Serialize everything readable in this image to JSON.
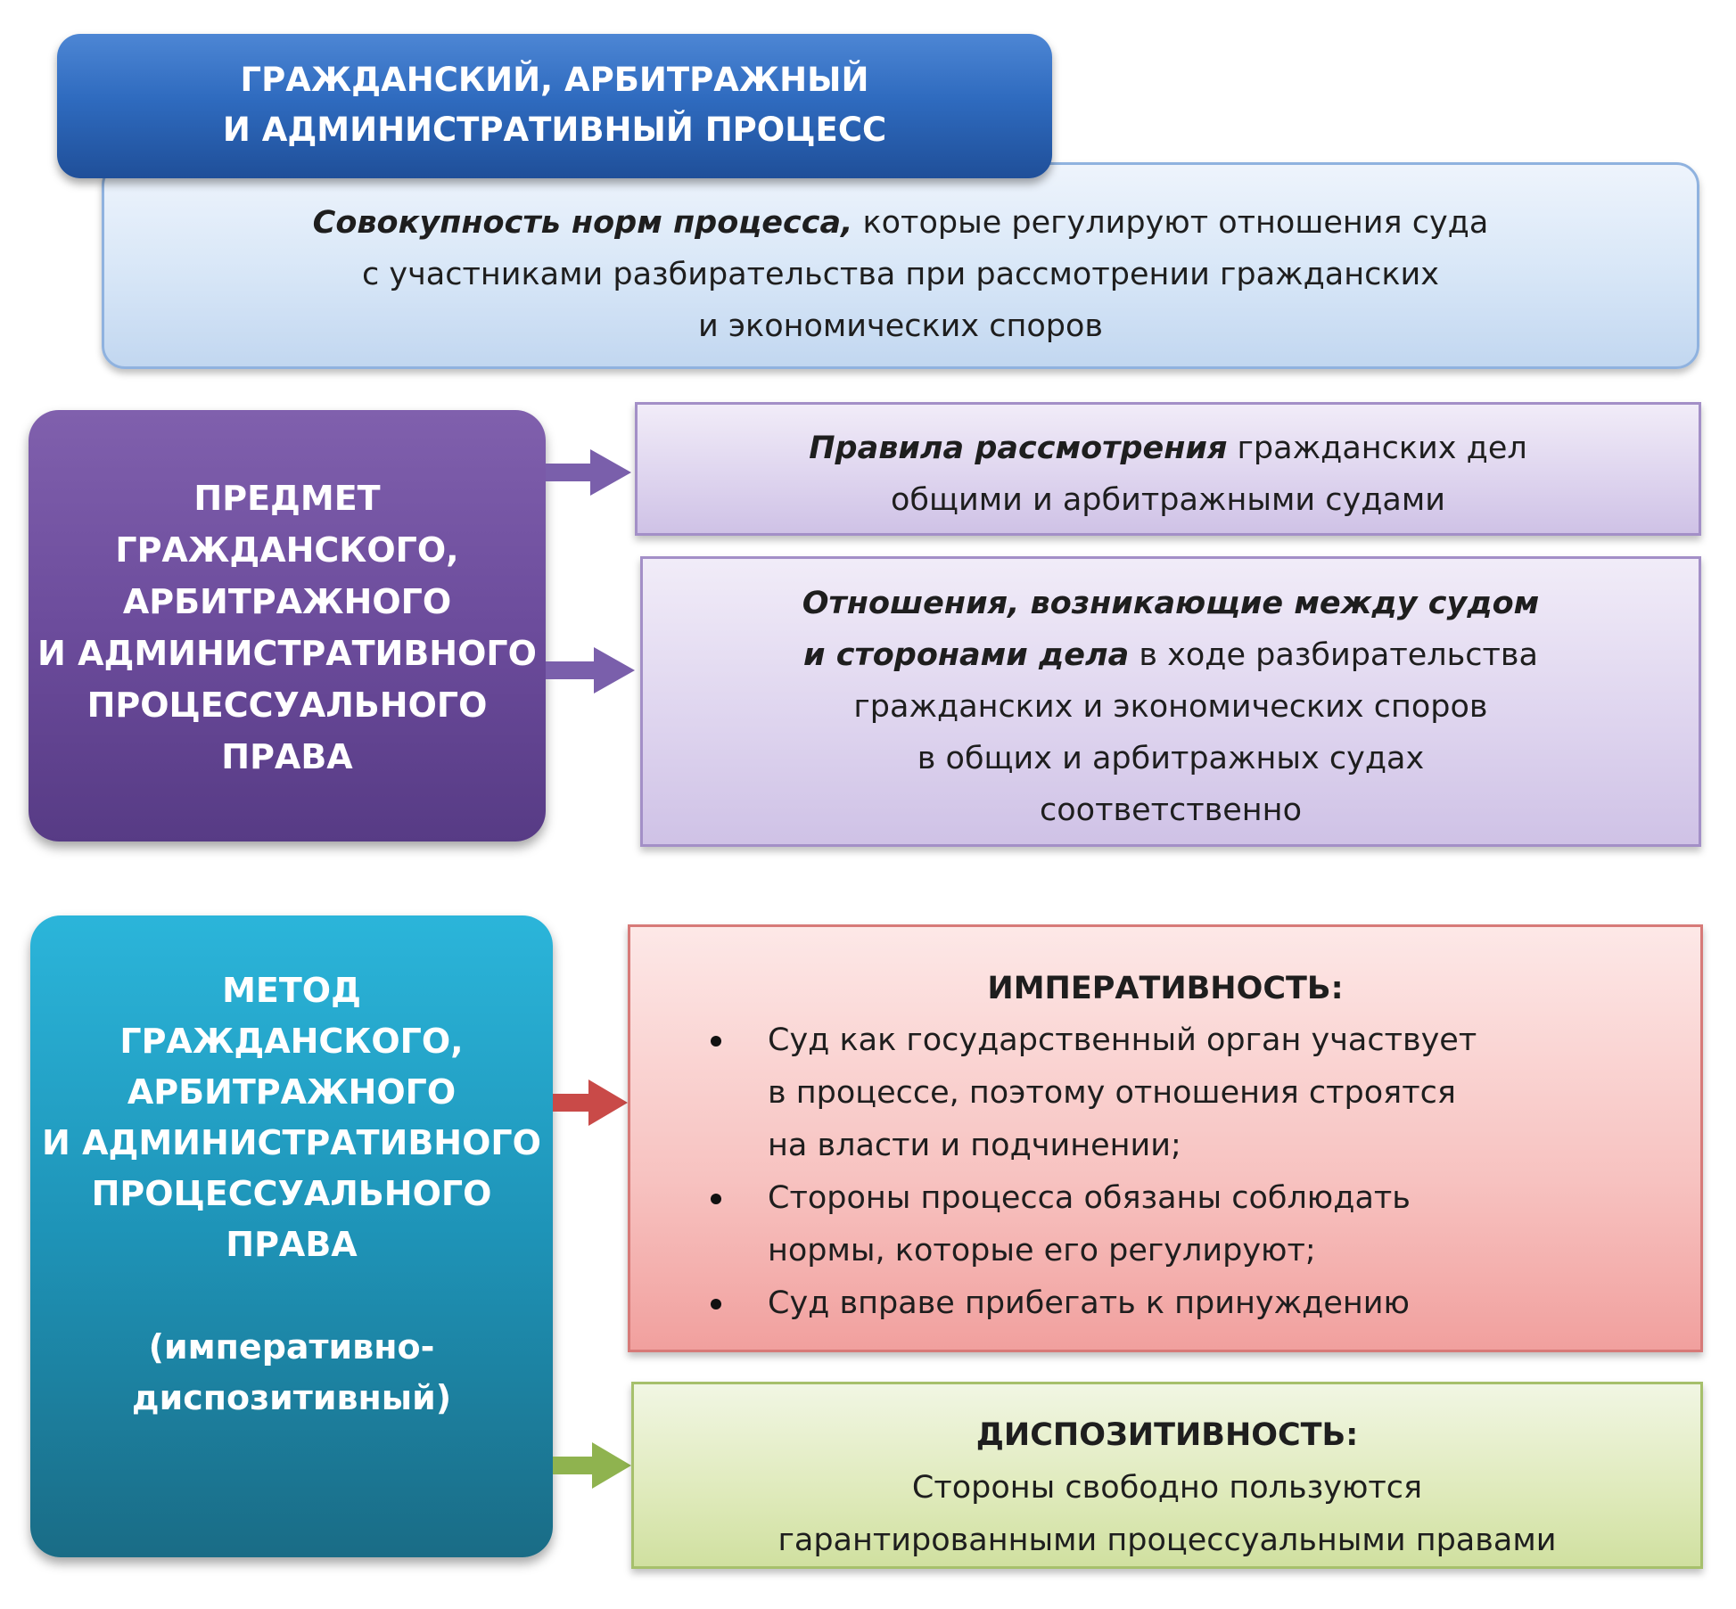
{
  "header": {
    "line1": "ГРАЖДАНСКИЙ, АРБИТРАЖНЫЙ",
    "line2": "И АДМИНИСТРАТИВНЫЙ ПРОЦЕСС"
  },
  "definition": {
    "emphasis": "Совокупность норм процесса,",
    "rest_line1": " которые регулируют отношения суда",
    "line2": "с участниками разбирательства при рассмотрении гражданских",
    "line3": "и экономических споров"
  },
  "subject": {
    "lines": [
      "ПРЕДМЕТ",
      "ГРАЖДАНСКОГО,",
      "АРБИТРАЖНОГО",
      "И АДМИНИСТРАТИВНОГО",
      "ПРОЦЕССУАЛЬНОГО",
      "ПРАВА"
    ],
    "box1": {
      "emphasis": "Правила рассмотрения",
      "rest_line1": " гражданских дел",
      "line2": "общими и арбитражными судами"
    },
    "box2": {
      "emphasis_line1": "Отношения, возникающие между судом",
      "emphasis_line2": "и сторонами дела",
      "rest_line2": " в ходе разбирательства",
      "line3": "гражданских и экономических споров",
      "line4": "в общих и арбитражных судах",
      "line5": "соответственно"
    }
  },
  "method": {
    "lines": [
      "МЕТОД",
      "ГРАЖДАНСКОГО,",
      "АРБИТРАЖНОГО",
      "И АДМИНИСТРАТИВНОГО",
      "ПРОЦЕССУАЛЬНОГО",
      "ПРАВА"
    ],
    "note_line1": "(императивно-",
    "note_line2": "диспозитивный)"
  },
  "imperative": {
    "title": "ИМПЕРАТИВНОСТЬ:",
    "items": [
      {
        "line1": "Суд как государственный орган участвует",
        "line2": "в процессе, поэтому отношения строятся",
        "line3": "на власти и подчинении;"
      },
      {
        "line1": "Стороны процесса обязаны соблюдать",
        "line2": "нормы, которые его регулируют;"
      },
      {
        "line1": "Суд вправе прибегать к принуждению"
      }
    ]
  },
  "dispositive": {
    "title": "ДИСПОЗИТИВНОСТЬ:",
    "line1": "Стороны свободно пользуются",
    "line2": "гарантированными процессуальными правами"
  },
  "colors": {
    "header_blue": "#2f6bbf",
    "subject_purple": "#6c4c9c",
    "method_teal": "#1e93b7",
    "imperative_red": "#f1a09e",
    "dispositive_green": "#d0e0a0"
  }
}
